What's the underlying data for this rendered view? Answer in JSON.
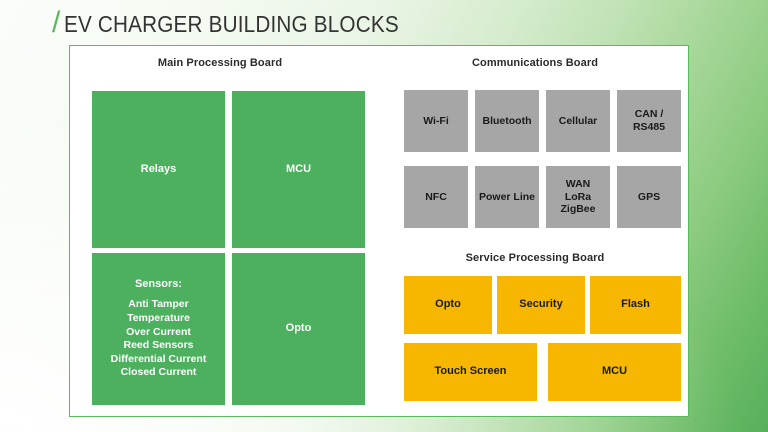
{
  "slide": {
    "title": "EV CHARGER BUILDING BLOCKS",
    "title_slash": "/",
    "accent_green": "#5cb85c",
    "box_green": "#4cb05e",
    "box_gray": "#a6a6a6",
    "box_amber": "#f7b700",
    "panel_background": "#ffffff"
  },
  "sections": {
    "main_processing": {
      "title": "Main Processing Board",
      "blocks": [
        {
          "label": "Relays"
        },
        {
          "label": "MCU"
        },
        {
          "label": "Opto"
        }
      ],
      "sensors_block": {
        "heading": "Sensors:",
        "items": [
          "Anti Tamper",
          "Temperature",
          "Over Current",
          "Reed Sensors",
          "Differential Current",
          "Closed Current"
        ]
      }
    },
    "communications": {
      "title": "Communications Board",
      "row1": [
        {
          "label": "Wi-Fi"
        },
        {
          "label": "Bluetooth"
        },
        {
          "label": "Cellular"
        },
        {
          "line1": "CAN /",
          "line2": "RS485"
        }
      ],
      "row2": [
        {
          "label": "NFC"
        },
        {
          "label": "Power Line"
        },
        {
          "line1": "WAN",
          "line2": "LoRa",
          "line3": "ZigBee"
        },
        {
          "label": "GPS"
        }
      ]
    },
    "service_processing": {
      "title": "Service Processing Board",
      "row1": [
        {
          "label": "Opto"
        },
        {
          "label": "Security"
        },
        {
          "label": "Flash"
        }
      ],
      "row2": [
        {
          "label": "Touch Screen"
        },
        {
          "label": "MCU"
        }
      ]
    }
  }
}
